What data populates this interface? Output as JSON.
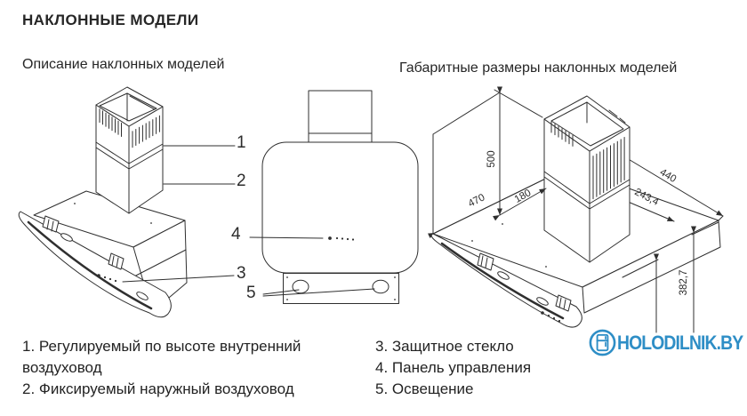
{
  "page": {
    "title": "НАКЛОННЫЕ МОДЕЛИ"
  },
  "sections": {
    "description": {
      "heading": "Описание наклонных моделей"
    },
    "dimensions": {
      "heading": "Габаритные размеры наклонных моделей"
    }
  },
  "callouts": [
    "1",
    "2",
    "3",
    "4",
    "5"
  ],
  "dims": {
    "chimney_height": "500",
    "depth": "470",
    "chimney_depth": "180",
    "glass_width": "243,4",
    "width": "440",
    "body_diagonal_height": "382,7"
  },
  "legend": {
    "left": [
      "1. Регулируемый по высоте внутренний воздуховод",
      "2. Фиксируемый наружный воздуховод"
    ],
    "right": [
      "3. Защитное стекло",
      "4. Панель управления",
      "5. Освещение"
    ]
  },
  "logo": {
    "text": "HOLODILNIK.BY",
    "color": "#2e8ec6",
    "icon": "fridge-in-circle-icon"
  },
  "colors": {
    "line": "#2f2f2f",
    "text": "#222222",
    "accent": "#2e8ec6"
  }
}
